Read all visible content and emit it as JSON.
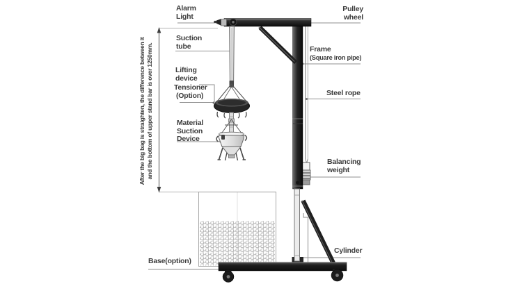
{
  "title": "Big bag material suction lifting stand diagram",
  "colors": {
    "background": "#ffffff",
    "structure_dark": "#1c1c1c",
    "label_text": "#3c3c3c",
    "leader_line": "#8f8f8f",
    "dimension_line": "#4a4a4a",
    "bag_pattern": "#adadad"
  },
  "labels": {
    "alarm_light": {
      "lines": [
        "Alarm",
        "Light"
      ]
    },
    "suction_tube": {
      "lines": [
        "Suction",
        "tube"
      ]
    },
    "lifting_device": {
      "lines": [
        "Lifting",
        "device"
      ]
    },
    "tensioner": {
      "lines": [
        "Tensioner",
        "(Option)"
      ]
    },
    "material_suction_device": {
      "lines": [
        "Material",
        "Suction",
        "Device"
      ]
    },
    "base": {
      "lines": [
        "Base(option)"
      ]
    },
    "pulley_wheel": {
      "lines": [
        "Pulley",
        "wheel"
      ]
    },
    "frame": {
      "lines": [
        "Frame",
        "(Square iron pipe)"
      ]
    },
    "steel_rope": {
      "lines": [
        "Steel rope"
      ]
    },
    "balancing_weight": {
      "lines": [
        "Balancing",
        "weight"
      ]
    },
    "cylinder": {
      "lines": [
        "Cylinder"
      ]
    }
  },
  "note": {
    "line1": "After the big bag is straighten, the difference between it",
    "line2": "and the bottom of upper stand bar is over 1250mm."
  }
}
